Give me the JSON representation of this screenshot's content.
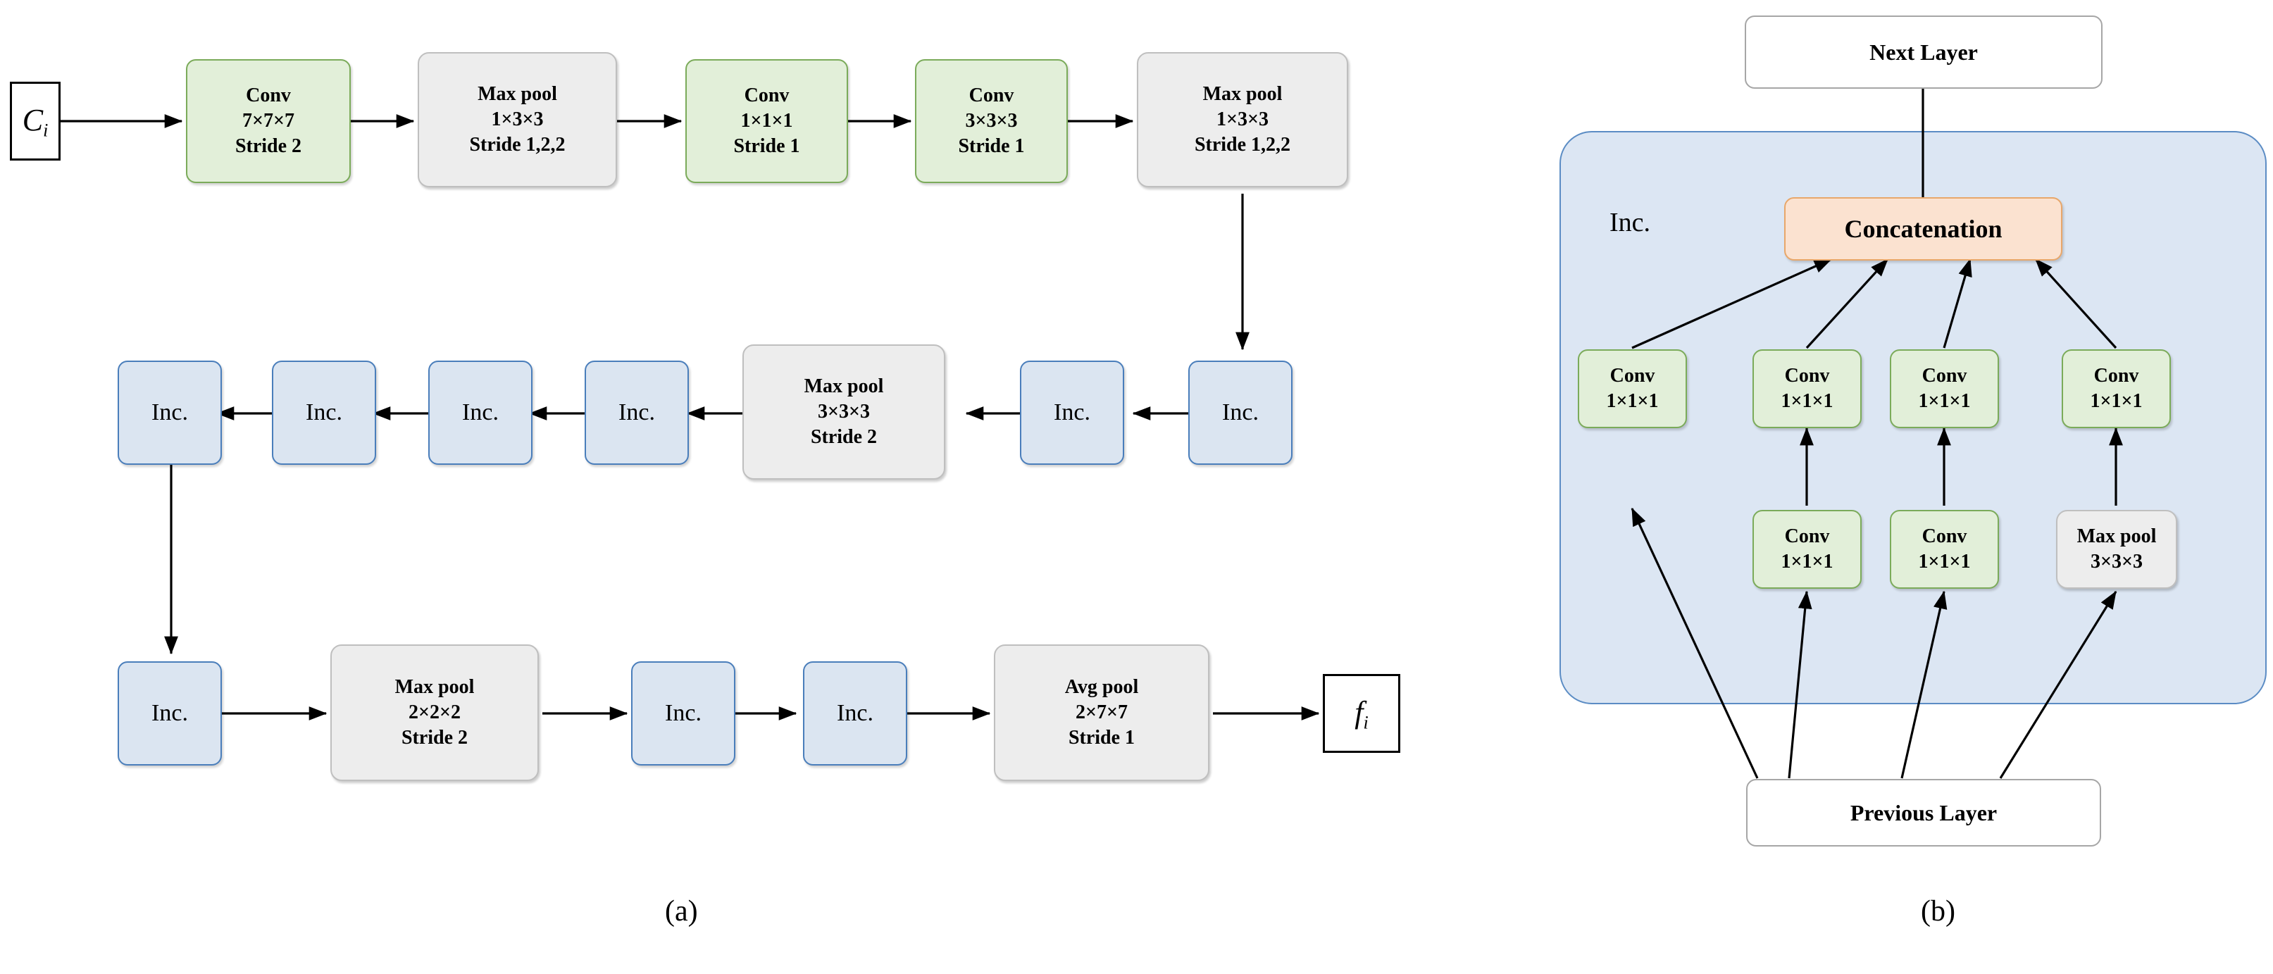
{
  "figure": {
    "panel_a_caption": "(a)",
    "panel_b_caption": "(b)"
  },
  "panel_a": {
    "input": {
      "label": "C",
      "sub": "i"
    },
    "output": {
      "label": "f",
      "sub": "i"
    },
    "row1": [
      {
        "name": "conv-7x7x7",
        "type": "conv",
        "lines": [
          "Conv",
          "7×7×7",
          "Stride 2"
        ]
      },
      {
        "name": "maxpool-1x3x3-a",
        "type": "pool",
        "lines": [
          "Max pool",
          "1×3×3",
          "Stride 1,2,2"
        ]
      },
      {
        "name": "conv-1x1x1",
        "type": "conv",
        "lines": [
          "Conv",
          "1×1×1",
          "Stride 1"
        ]
      },
      {
        "name": "conv-3x3x3",
        "type": "conv",
        "lines": [
          "Conv",
          "3×3×3",
          "Stride 1"
        ]
      },
      {
        "name": "maxpool-1x3x3-b",
        "type": "pool",
        "lines": [
          "Max pool",
          "1×3×3",
          "Stride 1,2,2"
        ]
      }
    ],
    "row2": [
      {
        "name": "inc-6",
        "type": "inc",
        "lines": [
          "Inc."
        ]
      },
      {
        "name": "inc-5",
        "type": "inc",
        "lines": [
          "Inc."
        ]
      },
      {
        "name": "inc-4",
        "type": "inc",
        "lines": [
          "Inc."
        ]
      },
      {
        "name": "inc-3",
        "type": "inc",
        "lines": [
          "Inc."
        ]
      },
      {
        "name": "maxpool-3x3x3",
        "type": "pool",
        "lines": [
          "Max pool",
          "3×3×3",
          "Stride 2"
        ]
      },
      {
        "name": "inc-2",
        "type": "inc",
        "lines": [
          "Inc."
        ]
      },
      {
        "name": "inc-1",
        "type": "inc",
        "lines": [
          "Inc."
        ]
      }
    ],
    "row3": [
      {
        "name": "inc-7",
        "type": "inc",
        "lines": [
          "Inc."
        ]
      },
      {
        "name": "maxpool-2x2x2",
        "type": "pool",
        "lines": [
          "Max pool",
          "2×2×2",
          "Stride 2"
        ]
      },
      {
        "name": "inc-8",
        "type": "inc",
        "lines": [
          "Inc."
        ]
      },
      {
        "name": "inc-9",
        "type": "inc",
        "lines": [
          "Inc."
        ]
      },
      {
        "name": "avgpool-2x7x7",
        "type": "pool",
        "lines": [
          "Avg pool",
          "2×7×7",
          "Stride 1"
        ]
      }
    ]
  },
  "panel_b": {
    "next_layer": "Next Layer",
    "previous_layer": "Previous Layer",
    "module_label": "Inc.",
    "concatenation": "Concatenation",
    "branch_top": [
      {
        "name": "b-conv-1",
        "type": "conv",
        "lines": [
          "Conv",
          "1×1×1"
        ]
      },
      {
        "name": "b-conv-2",
        "type": "conv",
        "lines": [
          "Conv",
          "1×1×1"
        ]
      },
      {
        "name": "b-conv-3",
        "type": "conv",
        "lines": [
          "Conv",
          "1×1×1"
        ]
      },
      {
        "name": "b-conv-4",
        "type": "conv",
        "lines": [
          "Conv",
          "1×1×1"
        ]
      }
    ],
    "branch_bottom": [
      {
        "name": "b-conv-5",
        "type": "conv",
        "lines": [
          "Conv",
          "1×1×1"
        ]
      },
      {
        "name": "b-conv-6",
        "type": "conv",
        "lines": [
          "Conv",
          "1×1×1"
        ]
      },
      {
        "name": "b-maxpool",
        "type": "pool",
        "lines": [
          "Max pool",
          "3×3×3"
        ]
      }
    ]
  },
  "colors": {
    "conv_fill": "#e2efd9",
    "conv_border": "#7bab5a",
    "pool_fill": "#ededed",
    "pool_border": "#bfbfbf",
    "inc_fill": "#dbe5f1",
    "inc_border": "#4a7ebb",
    "concat_fill": "#fbe2d0",
    "concat_border": "#e8a76a",
    "module_fill": "#dce6f3",
    "module_border": "#5b8cc4",
    "arrow": "#000000",
    "background": "#ffffff"
  }
}
